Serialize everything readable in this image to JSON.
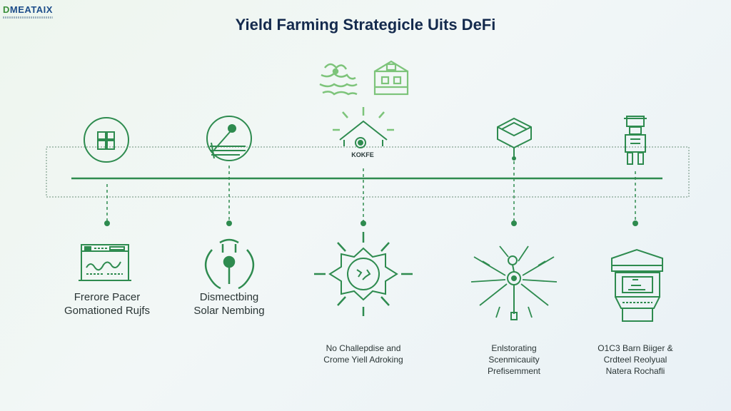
{
  "logo": {
    "text_accent": "D",
    "text_main": "MEATAIX"
  },
  "title": "Yield Farming Strategicle Uits DeFi",
  "house_label": "KOKFE",
  "colors": {
    "green": "#2e8b4f",
    "light_green": "#7dc47a",
    "dark_text": "#142a4d"
  },
  "steps": [
    {
      "icon": "document-chart-icon",
      "lines": [
        "Frerore Pacer",
        "Gomationed Rujfs"
      ]
    },
    {
      "icon": "pipe-connection-icon",
      "lines": [
        "Dismectbing",
        "Solar Nembing"
      ]
    },
    {
      "icon": "radiant-flower-icon",
      "lines": [
        "No Challepdise and",
        "Crome Yiell Adroking"
      ]
    },
    {
      "icon": "sunburst-network-icon",
      "lines": [
        "Enlstorating",
        "Scenmicauity",
        "Prefisemment"
      ]
    },
    {
      "icon": "vault-cabinet-icon",
      "lines": [
        "O1C3 Barn Biiger &",
        "Crdteel Reolyual",
        "Natera Rochafli"
      ]
    }
  ],
  "timeline_icons": [
    "grid-badge-icon",
    "leaf-board-icon",
    "house-icon",
    "box-icon",
    "robot-figure-icon"
  ],
  "top_icons": [
    "octopus-plant-icon",
    "building-icon"
  ]
}
